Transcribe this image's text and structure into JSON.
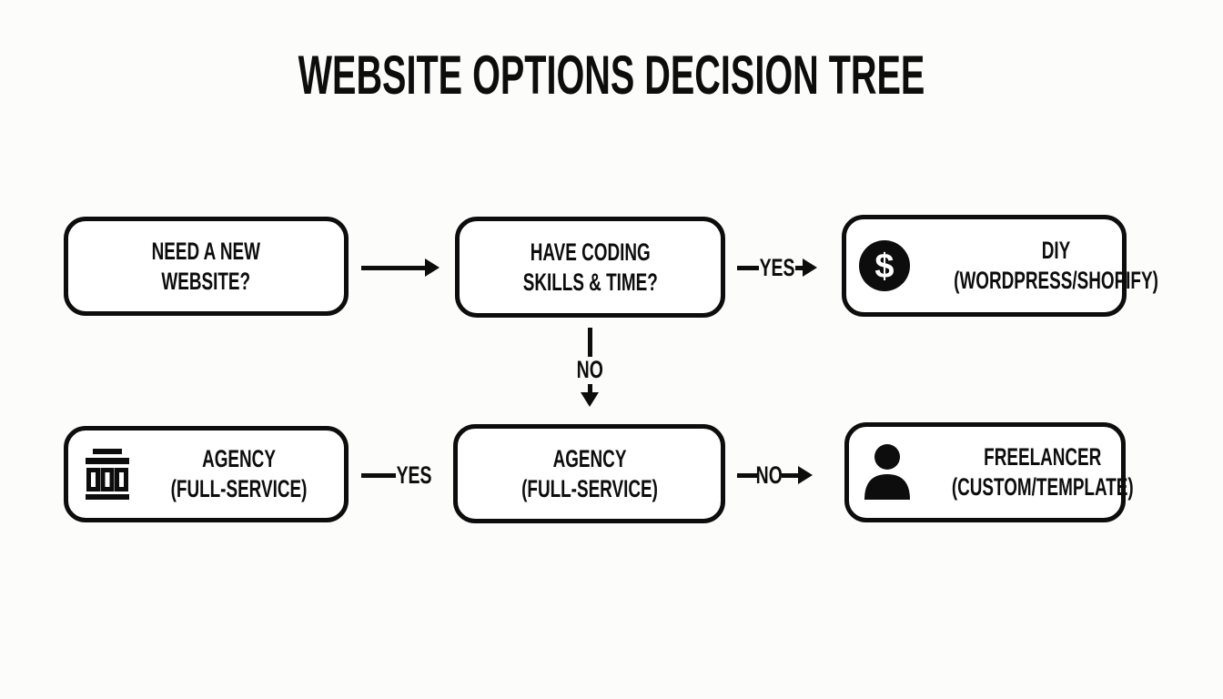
{
  "title": "WEBSITE OPTIONS DECISION TREE",
  "boxes": [
    {
      "name": "need-new-website",
      "line1": "NEED A NEW",
      "line2": "WEBSITE?",
      "icon": null
    },
    {
      "name": "have-coding-skills",
      "line1": "HAVE CODING",
      "line2": "SKILLS & TIME?",
      "icon": null
    },
    {
      "name": "diy",
      "line1": "DIY",
      "line2": "(WORDPRESS/SHOPIFY)",
      "icon": "dollar-circle-icon"
    },
    {
      "name": "agency-left",
      "line1": "AGENCY",
      "line2": "(FULL-SERVICE)",
      "icon": "bank-columns-icon"
    },
    {
      "name": "agency-middle",
      "line1": "AGENCY",
      "line2": "(FULL-SERVICE)",
      "icon": null
    },
    {
      "name": "freelancer",
      "line1": "FREELANCER",
      "line2": "(CUSTOM/TEMPLATE)",
      "icon": "person-icon"
    }
  ],
  "connectors": {
    "yes_top": "YES",
    "no_middle": "NO",
    "yes_bottom": "YES",
    "no_bottom": "NO"
  },
  "colors": {
    "ink": "#0d0d0d",
    "background": "#fcfcfb",
    "box_fill": "#ffffff"
  }
}
